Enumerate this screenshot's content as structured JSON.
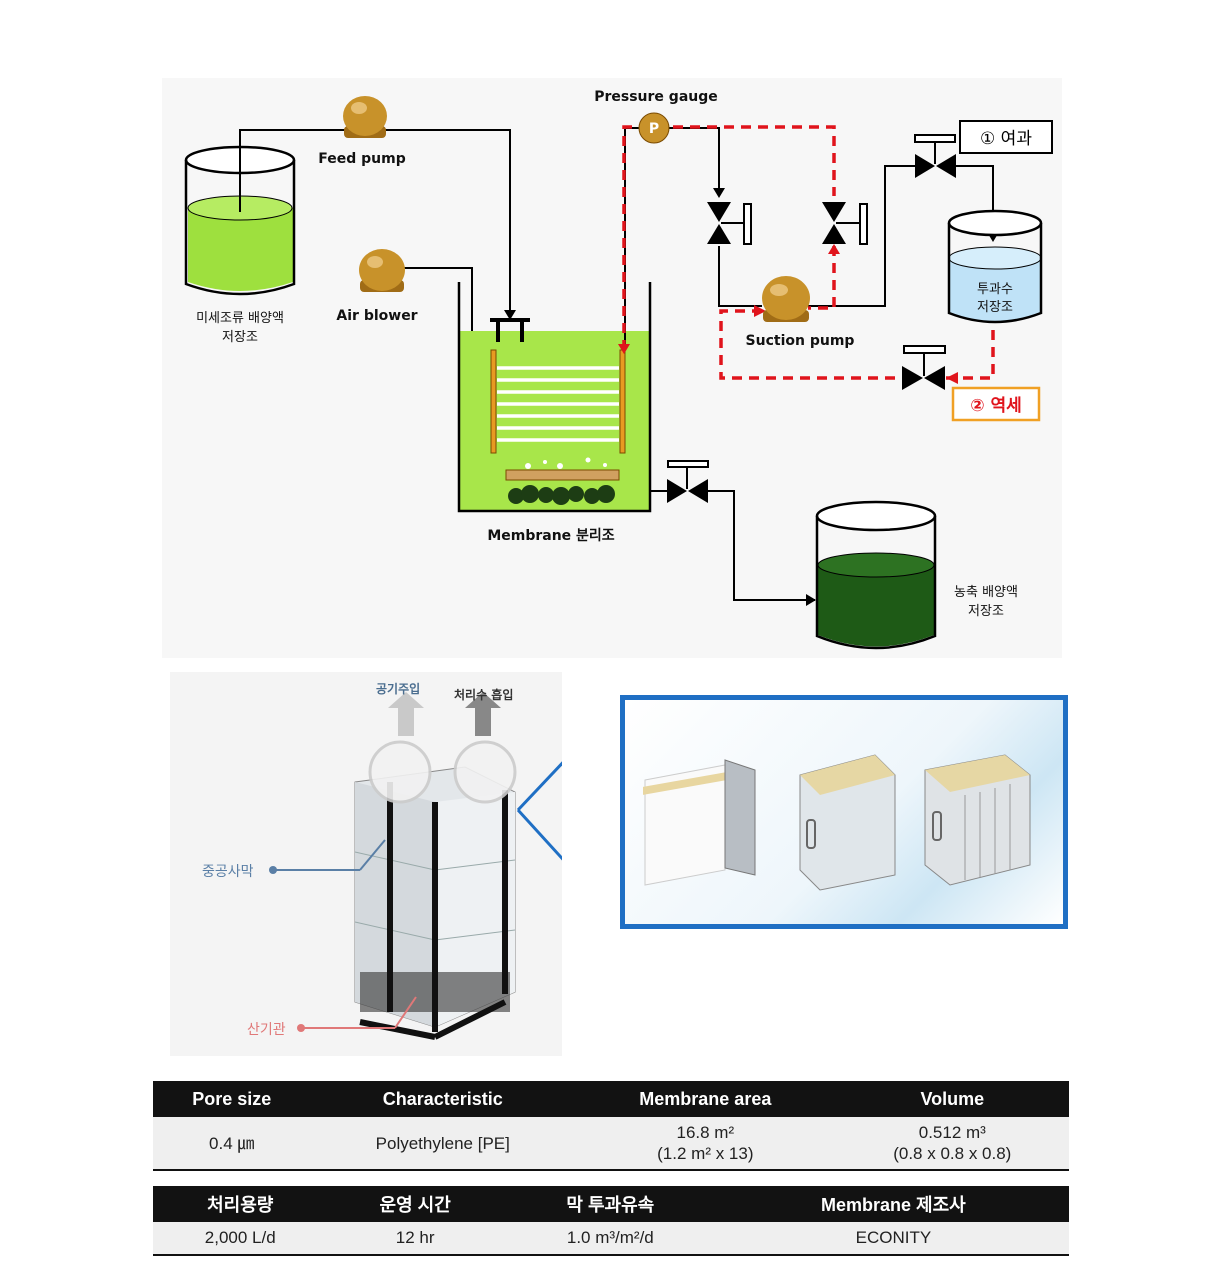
{
  "diagram": {
    "pressure_gauge": "Pressure gauge",
    "gauge_symbol": "P",
    "feed_pump": "Feed pump",
    "air_blower": "Air blower",
    "suction_pump": "Suction pump",
    "source_tank_line1": "미세조류 배양액",
    "source_tank_line2": "저장조",
    "membrane_tank": "Membrane 분리조",
    "permeate_tank_line1": "투과수",
    "permeate_tank_line2": "저장조",
    "concentrate_tank_line1": "농축 배양액",
    "concentrate_tank_line2": "저장조",
    "mode_filtration": "① 여과",
    "mode_backwash": "② 역세"
  },
  "photo": {
    "air_injection": "공기주입",
    "treated_suction": "처리수 흡입",
    "hollow_fiber": "중공사막",
    "aerator": "산기관"
  },
  "colors": {
    "algae_culture": "#9ee03e",
    "membrane_tank_fill": "#a8e64a",
    "concentrate": "#1e5a16",
    "permeate": "#bfe2f7",
    "backwash_line": "#e0141c",
    "pump_body": "#c8922a",
    "zoom_border": "#1f6fc4",
    "label_box_border": "#f0a024"
  },
  "spec_table_1": {
    "headers": [
      "Pore size",
      "Characteristic",
      "Membrane area",
      "Volume"
    ],
    "values": [
      "0.4 ㎛",
      "Polyethylene [PE]",
      "16.8 m²",
      "0.512 m³"
    ],
    "values_sub": [
      "",
      "",
      "(1.2 m² x 13)",
      "(0.8 x 0.8 x 0.8)"
    ]
  },
  "spec_table_2": {
    "headers": [
      "처리용량",
      "운영 시간",
      "막 투과유속",
      "Membrane 제조사"
    ],
    "values": [
      "2,000 L/d",
      "12 hr",
      "1.0 m³/m²/d",
      "ECONITY"
    ]
  }
}
